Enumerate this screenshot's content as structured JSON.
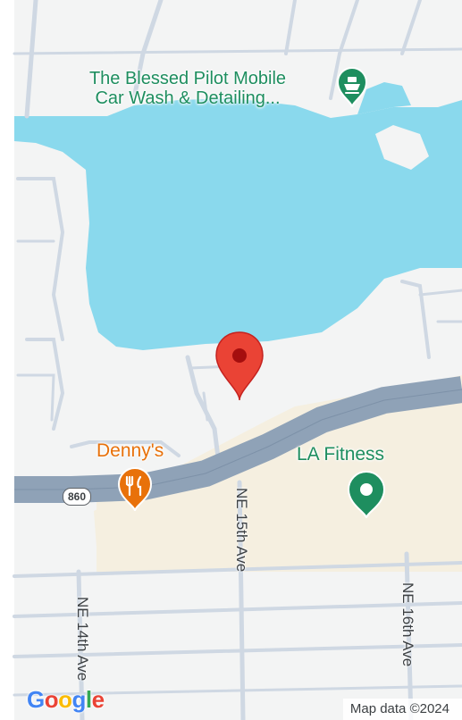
{
  "pois": {
    "car_wash": {
      "name": "The Blessed Pilot Mobile Car Wash & Detailing...",
      "line1": "The Blessed Pilot Mobile",
      "line2": "Car Wash & Detailing...",
      "color": "#1e8e5f",
      "icon": "boat-icon"
    },
    "dennys": {
      "name": "Denny's",
      "color": "#e8710a",
      "icon": "restaurant-icon"
    },
    "la_fitness": {
      "name": "LA Fitness",
      "color": "#1e8e5f",
      "icon": "place-dot-icon"
    }
  },
  "streets": {
    "ne_14th": "NE 14th Ave",
    "ne_15th": "NE 15th Ave",
    "ne_16th": "NE 16th Ave"
  },
  "highway": {
    "number": "860"
  },
  "marker": {
    "color": "#ea4335",
    "icon": "map-pin-icon"
  },
  "attribution": {
    "logo_letters": [
      "G",
      "o",
      "o",
      "g",
      "l",
      "e"
    ],
    "logo_colors": [
      "#4285f4",
      "#ea4335",
      "#fbbc04",
      "#4285f4",
      "#34a853",
      "#ea4335"
    ],
    "map_data": "Map data ©2024"
  },
  "colors": {
    "land": "#f3f4f4",
    "water": "#8ad9ed",
    "commercial": "#f5efe0",
    "highway": "#8fa2b7",
    "road": "#cfd8e3"
  }
}
